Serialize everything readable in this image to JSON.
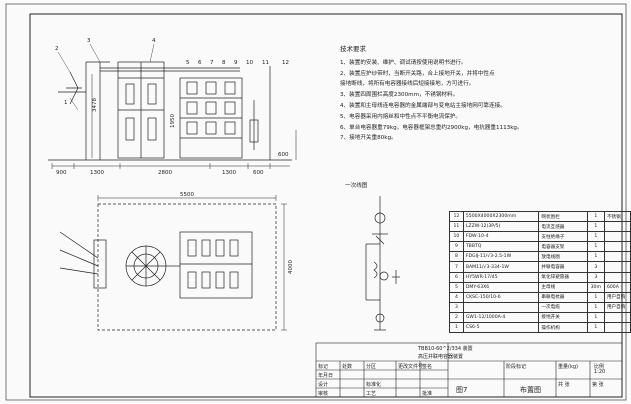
{
  "notes": {
    "heading": "技术要求",
    "items": [
      "1、装置的安装、维护、调试请按使用说明书进行。",
      "2、装置应护纱带时，当断开关路，合上接地开关，并将中性点",
      "   接地断线，将所有电容器接线后短接接地，方可进行。",
      "3、装置四周围栏高度2300mm，不锈钢材料。",
      "4、装置和主母线连电容器的金属端部与变电站主接地网可靠连接。",
      "5、电容器采用内熔丝和中性点不平衡电流保护。",
      "6、单台电容器重79kg，电容器框架总重约2900kg，电抗器重1113kg。",
      "7、接地开关重80kg。"
    ]
  },
  "one_line_label": "一次线图",
  "elevation": {
    "callouts": [
      "1",
      "2",
      "3",
      "4",
      "5",
      "6",
      "7",
      "8",
      "9",
      "10",
      "11",
      "12"
    ],
    "dims_bottom": [
      "900",
      "1300",
      "2800",
      "1300",
      "600"
    ],
    "dims_right": [
      "600"
    ],
    "dims_left": [
      "3478"
    ],
    "dims_mid": [
      "1950"
    ]
  },
  "plan": {
    "dim_top": "5500",
    "dim_right": "4000"
  },
  "bom": {
    "rows": [
      {
        "no": "12",
        "model": "5500X4000X2300mm",
        "name": "网状围栏",
        "qty": "1",
        "note": "不锈钢"
      },
      {
        "no": "11",
        "model": "LZZW-12(3P/5)",
        "name": "电流互感器",
        "qty": "1",
        "note": ""
      },
      {
        "no": "10",
        "model": "FDW-10-4",
        "name": "支柱绝缘子",
        "qty": "1",
        "note": ""
      },
      {
        "no": "9",
        "model": "TBBTQ",
        "name": "电容器支架",
        "qty": "1",
        "note": ""
      },
      {
        "no": "8",
        "model": "FDGIJ-11/√3-2.5-1W",
        "name": "放电线圈",
        "qty": "1",
        "note": ""
      },
      {
        "no": "7",
        "model": "BAM11/√3-334-1W",
        "name": "并联电容器",
        "qty": "3",
        "note": ""
      },
      {
        "no": "6",
        "model": "HY5WR-17/45",
        "name": "氧化锌避雷器",
        "qty": "3",
        "note": ""
      },
      {
        "no": "5",
        "model": "DMY-63X6",
        "name": "主母线",
        "qty": "30m",
        "note": "600A"
      },
      {
        "no": "4",
        "model": "CKSC-150/10-6",
        "name": "串联电抗器",
        "qty": "1",
        "note": "用户自购"
      },
      {
        "no": "3",
        "model": "",
        "name": "一次电缆",
        "qty": "1",
        "note": "用户自购"
      },
      {
        "no": "2",
        "model": "GW1-12/1000A-4",
        "name": "接地开关",
        "qty": "1",
        "note": ""
      },
      {
        "no": "1",
        "model": "CS6-5",
        "name": "操作机构",
        "qty": "1",
        "note": ""
      }
    ]
  },
  "title_block": {
    "model": "TBB10-60^2/334 装置",
    "name": "高压并联电容器装置",
    "figure": "图7",
    "drawing_name": "布置图",
    "scale": "1:20",
    "labels": [
      "标记",
      "处数",
      "分区",
      "更改文件号",
      "签名",
      "年月日",
      "设计",
      "标准化",
      "审核",
      "工艺",
      "批准",
      "阶段标记",
      "重量(kg)",
      "比例",
      "共 张",
      "第 张"
    ]
  }
}
